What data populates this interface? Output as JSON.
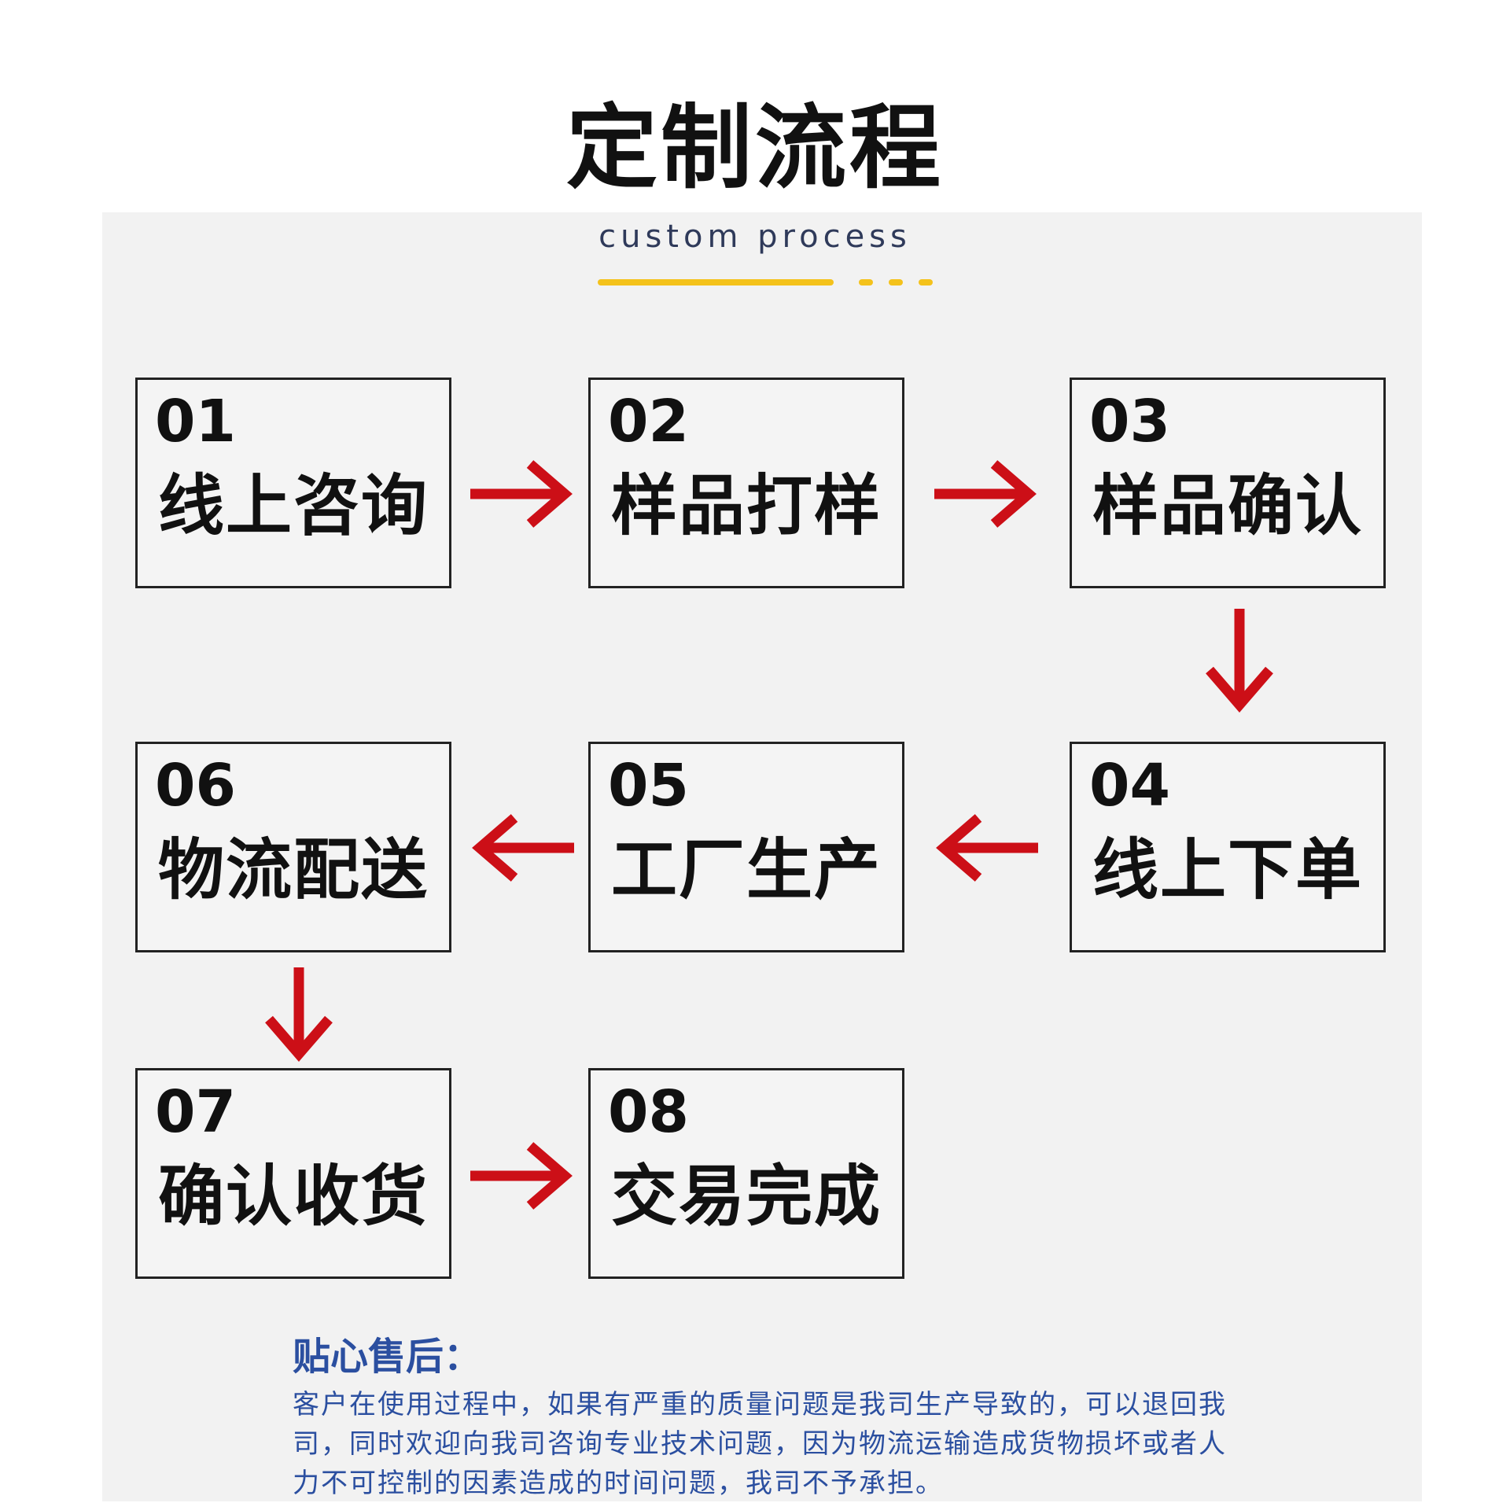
{
  "title": "定制流程",
  "subtitle": "custom process",
  "colors": {
    "arrow": "#cc0f17",
    "accent_line": "#f4c21b",
    "note_text": "#2b4fa0"
  },
  "steps": [
    {
      "num": "01",
      "label": "线上咨询"
    },
    {
      "num": "02",
      "label": "样品打样"
    },
    {
      "num": "03",
      "label": "样品确认"
    },
    {
      "num": "04",
      "label": "线上下单"
    },
    {
      "num": "05",
      "label": "工厂生产"
    },
    {
      "num": "06",
      "label": "物流配送"
    },
    {
      "num": "07",
      "label": "确认收货"
    },
    {
      "num": "08",
      "label": "交易完成"
    }
  ],
  "after_sales": {
    "heading": "贴心售后：",
    "body": "客户在使用过程中，如果有严重的质量问题是我司生产导致的，可以退回我司，同时欢迎向我司咨询专业技术问题，因为物流运输造成货物损坏或者人力不可控制的因素造成的时间问题，我司不予承担。"
  }
}
